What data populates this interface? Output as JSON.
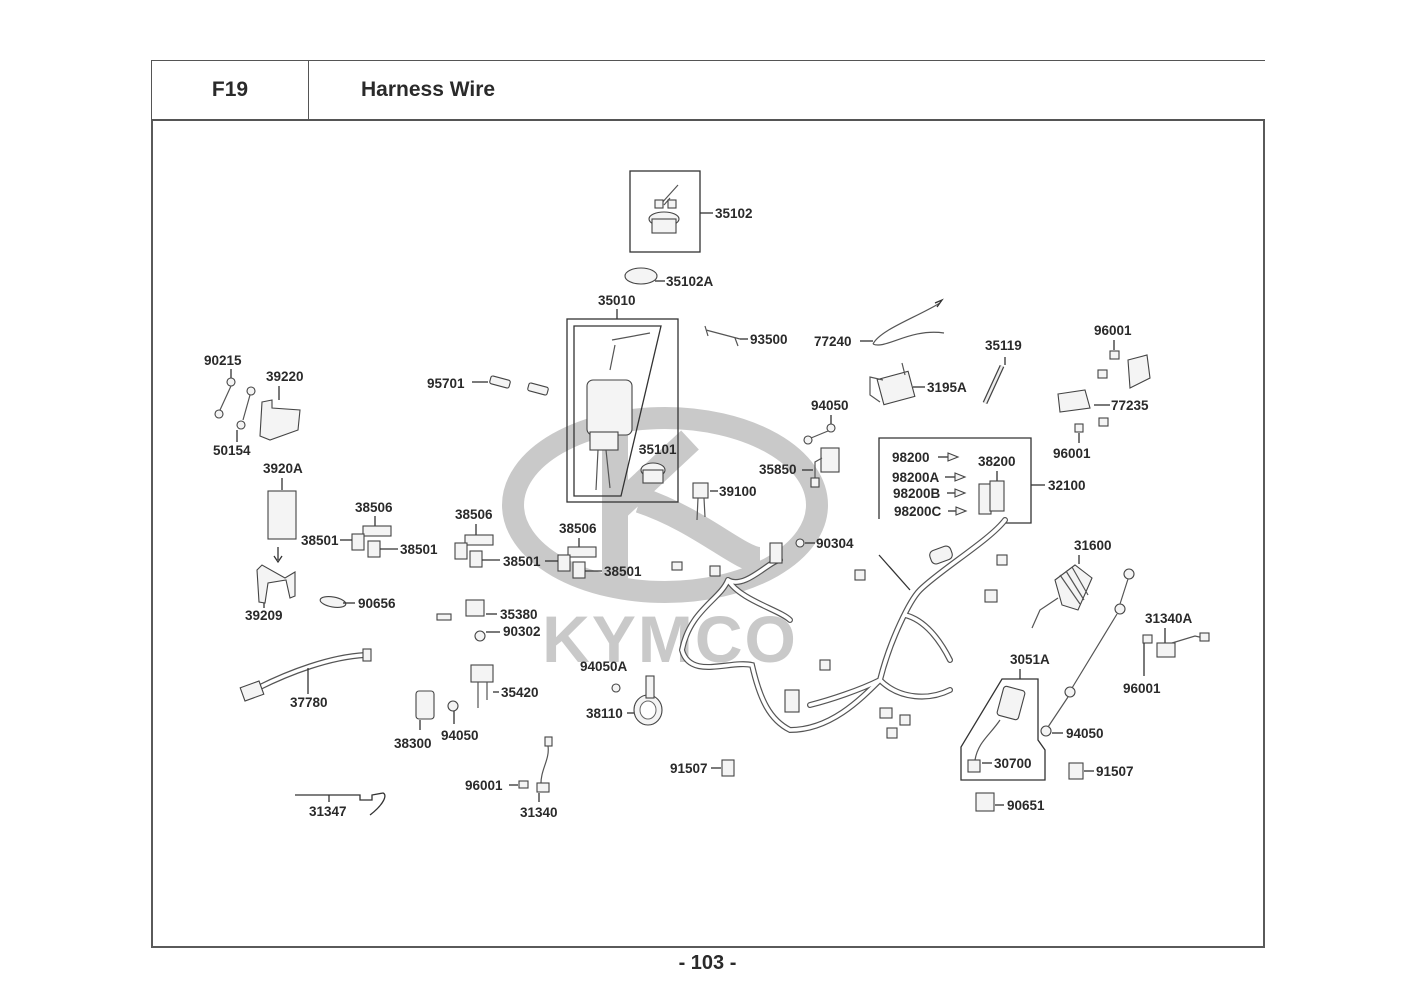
{
  "header": {
    "figure_code": "F19",
    "title": "Harness Wire"
  },
  "watermark": {
    "brand": "KYMCO",
    "color": "#c9c9c9"
  },
  "footer": {
    "page_number": "- 103 -"
  },
  "parts": [
    {
      "id": "p-35102",
      "label": "35102"
    },
    {
      "id": "p-35102A",
      "label": "35102A"
    },
    {
      "id": "p-35010",
      "label": "35010"
    },
    {
      "id": "p-35101",
      "label": "35101"
    },
    {
      "id": "p-93500",
      "label": "93500"
    },
    {
      "id": "p-95701",
      "label": "95701"
    },
    {
      "id": "p-90215",
      "label": "90215"
    },
    {
      "id": "p-39220",
      "label": "39220"
    },
    {
      "id": "p-50154",
      "label": "50154"
    },
    {
      "id": "p-3920A",
      "label": "3920A"
    },
    {
      "id": "p-39209",
      "label": "39209"
    },
    {
      "id": "p-38506-1",
      "label": "38506"
    },
    {
      "id": "p-38506-2",
      "label": "38506"
    },
    {
      "id": "p-38506-3",
      "label": "38506"
    },
    {
      "id": "p-38501-1",
      "label": "38501"
    },
    {
      "id": "p-38501-2",
      "label": "38501"
    },
    {
      "id": "p-38501-3",
      "label": "38501"
    },
    {
      "id": "p-38501-4",
      "label": "38501"
    },
    {
      "id": "p-90656",
      "label": "90656"
    },
    {
      "id": "p-35380",
      "label": "35380"
    },
    {
      "id": "p-90302",
      "label": "90302"
    },
    {
      "id": "p-37780",
      "label": "37780"
    },
    {
      "id": "p-35420",
      "label": "35420"
    },
    {
      "id": "p-38300",
      "label": "38300"
    },
    {
      "id": "p-94050-a",
      "label": "94050"
    },
    {
      "id": "p-96001-a",
      "label": "96001"
    },
    {
      "id": "p-31340",
      "label": "31340"
    },
    {
      "id": "p-31347",
      "label": "31347"
    },
    {
      "id": "p-94050A",
      "label": "94050A"
    },
    {
      "id": "p-38110",
      "label": "38110"
    },
    {
      "id": "p-91507-a",
      "label": "91507"
    },
    {
      "id": "p-39100",
      "label": "39100"
    },
    {
      "id": "p-90304",
      "label": "90304"
    },
    {
      "id": "p-35850",
      "label": "35850"
    },
    {
      "id": "p-94050-b",
      "label": "94050"
    },
    {
      "id": "p-77240",
      "label": "77240"
    },
    {
      "id": "p-3195A",
      "label": "3195A"
    },
    {
      "id": "p-35119",
      "label": "35119"
    },
    {
      "id": "p-96001-b",
      "label": "96001"
    },
    {
      "id": "p-77235",
      "label": "77235"
    },
    {
      "id": "p-96001-c",
      "label": "96001"
    },
    {
      "id": "p-98200",
      "label": "98200"
    },
    {
      "id": "p-98200A",
      "label": "98200A"
    },
    {
      "id": "p-98200B",
      "label": "98200B"
    },
    {
      "id": "p-98200C",
      "label": "98200C"
    },
    {
      "id": "p-38200",
      "label": "38200"
    },
    {
      "id": "p-32100",
      "label": "32100"
    },
    {
      "id": "p-31600",
      "label": "31600"
    },
    {
      "id": "p-31340A",
      "label": "31340A"
    },
    {
      "id": "p-96001-d",
      "label": "96001"
    },
    {
      "id": "p-3051A",
      "label": "3051A"
    },
    {
      "id": "p-30700",
      "label": "30700"
    },
    {
      "id": "p-94050-c",
      "label": "94050"
    },
    {
      "id": "p-91507-b",
      "label": "91507"
    },
    {
      "id": "p-90651",
      "label": "90651"
    }
  ]
}
